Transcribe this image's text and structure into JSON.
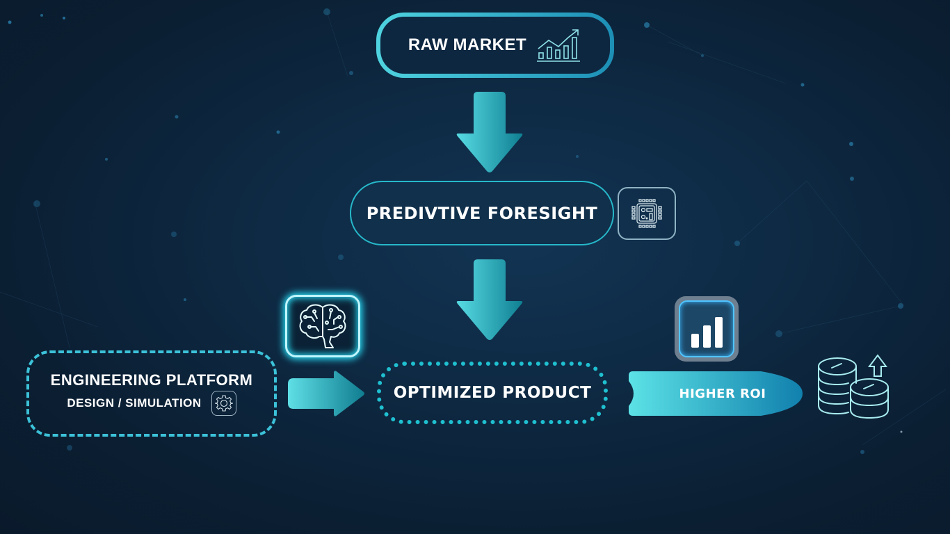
{
  "diagram": {
    "theme": {
      "background": "#0b1f33",
      "accent_light": "#4fd3e0",
      "accent_dark": "#1d8fb6",
      "text": "#ffffff"
    },
    "nodes": {
      "raw_market": {
        "label": "RAW MARKET",
        "icon": "trending-chart-icon"
      },
      "predictive": {
        "label": "PREDIVTIVE FORESIGHT",
        "icon": "processor-chip-icon"
      },
      "engineering": {
        "title": "ENGINEERING PLATFORM",
        "subtitle": "DESIGN / SIMULATION",
        "icon": "gear-icon"
      },
      "optimized": {
        "label": "OPTIMIZED PRODUCT",
        "icon": "ai-brain-icon"
      },
      "roi": {
        "label": "HIGHER ROI",
        "icon": "bar-chart-icon",
        "side_icon": "coins-up-icon"
      }
    },
    "edges": [
      {
        "from": "RAW MARKET",
        "to": "PREDIVTIVE FORESIGHT",
        "direction": "down"
      },
      {
        "from": "PREDIVTIVE FORESIGHT",
        "to": "OPTIMIZED PRODUCT",
        "direction": "down"
      },
      {
        "from": "ENGINEERING PLATFORM",
        "to": "OPTIMIZED PRODUCT",
        "direction": "right"
      },
      {
        "from": "OPTIMIZED PRODUCT",
        "to": "HIGHER ROI",
        "direction": "right"
      }
    ]
  }
}
